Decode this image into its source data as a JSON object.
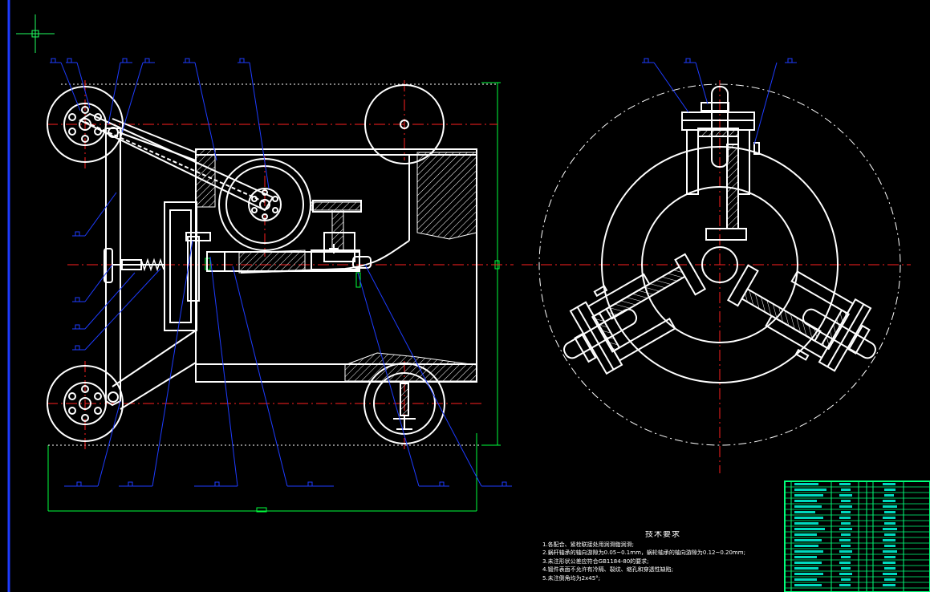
{
  "app": {
    "title": "",
    "background": "#000000"
  },
  "colors": {
    "geometry": "#ffffff",
    "leader": "#1e3cff",
    "centerline": "#ff2020",
    "border": "#00ff3c",
    "table": "#00ff7a",
    "cursor": "#20ff60"
  },
  "tech_requirements": {
    "title": "技术要求",
    "items": [
      "1.各配合、紧栓联接处用润滑脂润滑;",
      "2.蜗杆轴承的轴向游隙为0.05~0.1mm，蜗轮轴承的轴向游隙为0.12~0.20mm;",
      "3.未注形状公差应符合GB1184-80的要求;",
      "4.锻件表面不允许有冷隔、裂纹、缩孔和穿透性缺陷;",
      "5.未注倒角均为2x45°;"
    ]
  },
  "icons": {
    "cursor": "crosshair-icon",
    "mill_wheel": "wheel-icon"
  }
}
